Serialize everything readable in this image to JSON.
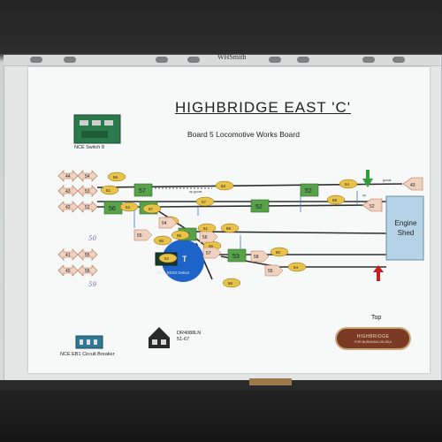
{
  "header": {
    "brand": "WHSmith",
    "title": "HIGHBRIDGE EAST 'C'",
    "subtitle": "Board 5 Locomotive Works Board"
  },
  "legend": {
    "switch_module": "NCE Switch 8",
    "circuit_breaker": "NCE EB1 Circuit Breaker",
    "occupancy_module": "NCE BD20 Detect",
    "decoder_name": "DR4088LN",
    "decoder_range": "51-67"
  },
  "annotations": {
    "handwritten_top": "50",
    "handwritten_bottom": "59",
    "top": "Top"
  },
  "shed": {
    "label": "Engine Shed"
  },
  "sign": {
    "line1": "HIGHBRIDGE",
    "line2": "FOR BURNHAM-ON-SEA"
  },
  "track_text": {
    "upper": "up goods",
    "right": "up",
    "right2": "goods"
  },
  "arrows_left": [
    "44",
    "43",
    "42",
    "41",
    "40"
  ],
  "arrows_left2": [
    "54",
    "53",
    "52",
    "55",
    "56"
  ],
  "arrow_right_top": "43",
  "arrow_right_mid": "52",
  "green_blocks": [
    "57",
    "52",
    "56",
    "55",
    "52",
    "54",
    "53"
  ],
  "ovals": [
    "56",
    "51",
    "52",
    "53",
    "54",
    "57",
    "58",
    "59",
    "60",
    "54",
    "55",
    "56",
    "56",
    "57",
    "58",
    "55",
    "51",
    "52"
  ],
  "markers": [
    "54",
    "55",
    "56",
    "57",
    "58",
    "55"
  ],
  "colors": {
    "arrow_fill": "#f0d2c0",
    "green_block": "#5aa24a",
    "oval_fill": "#e8c348",
    "track": "#2f2f2f",
    "blue_circle": "#1e64c8",
    "shed_fill": "#b5d3e6",
    "green_arrow": "#2f9e3a",
    "red_arrow": "#c82020"
  }
}
